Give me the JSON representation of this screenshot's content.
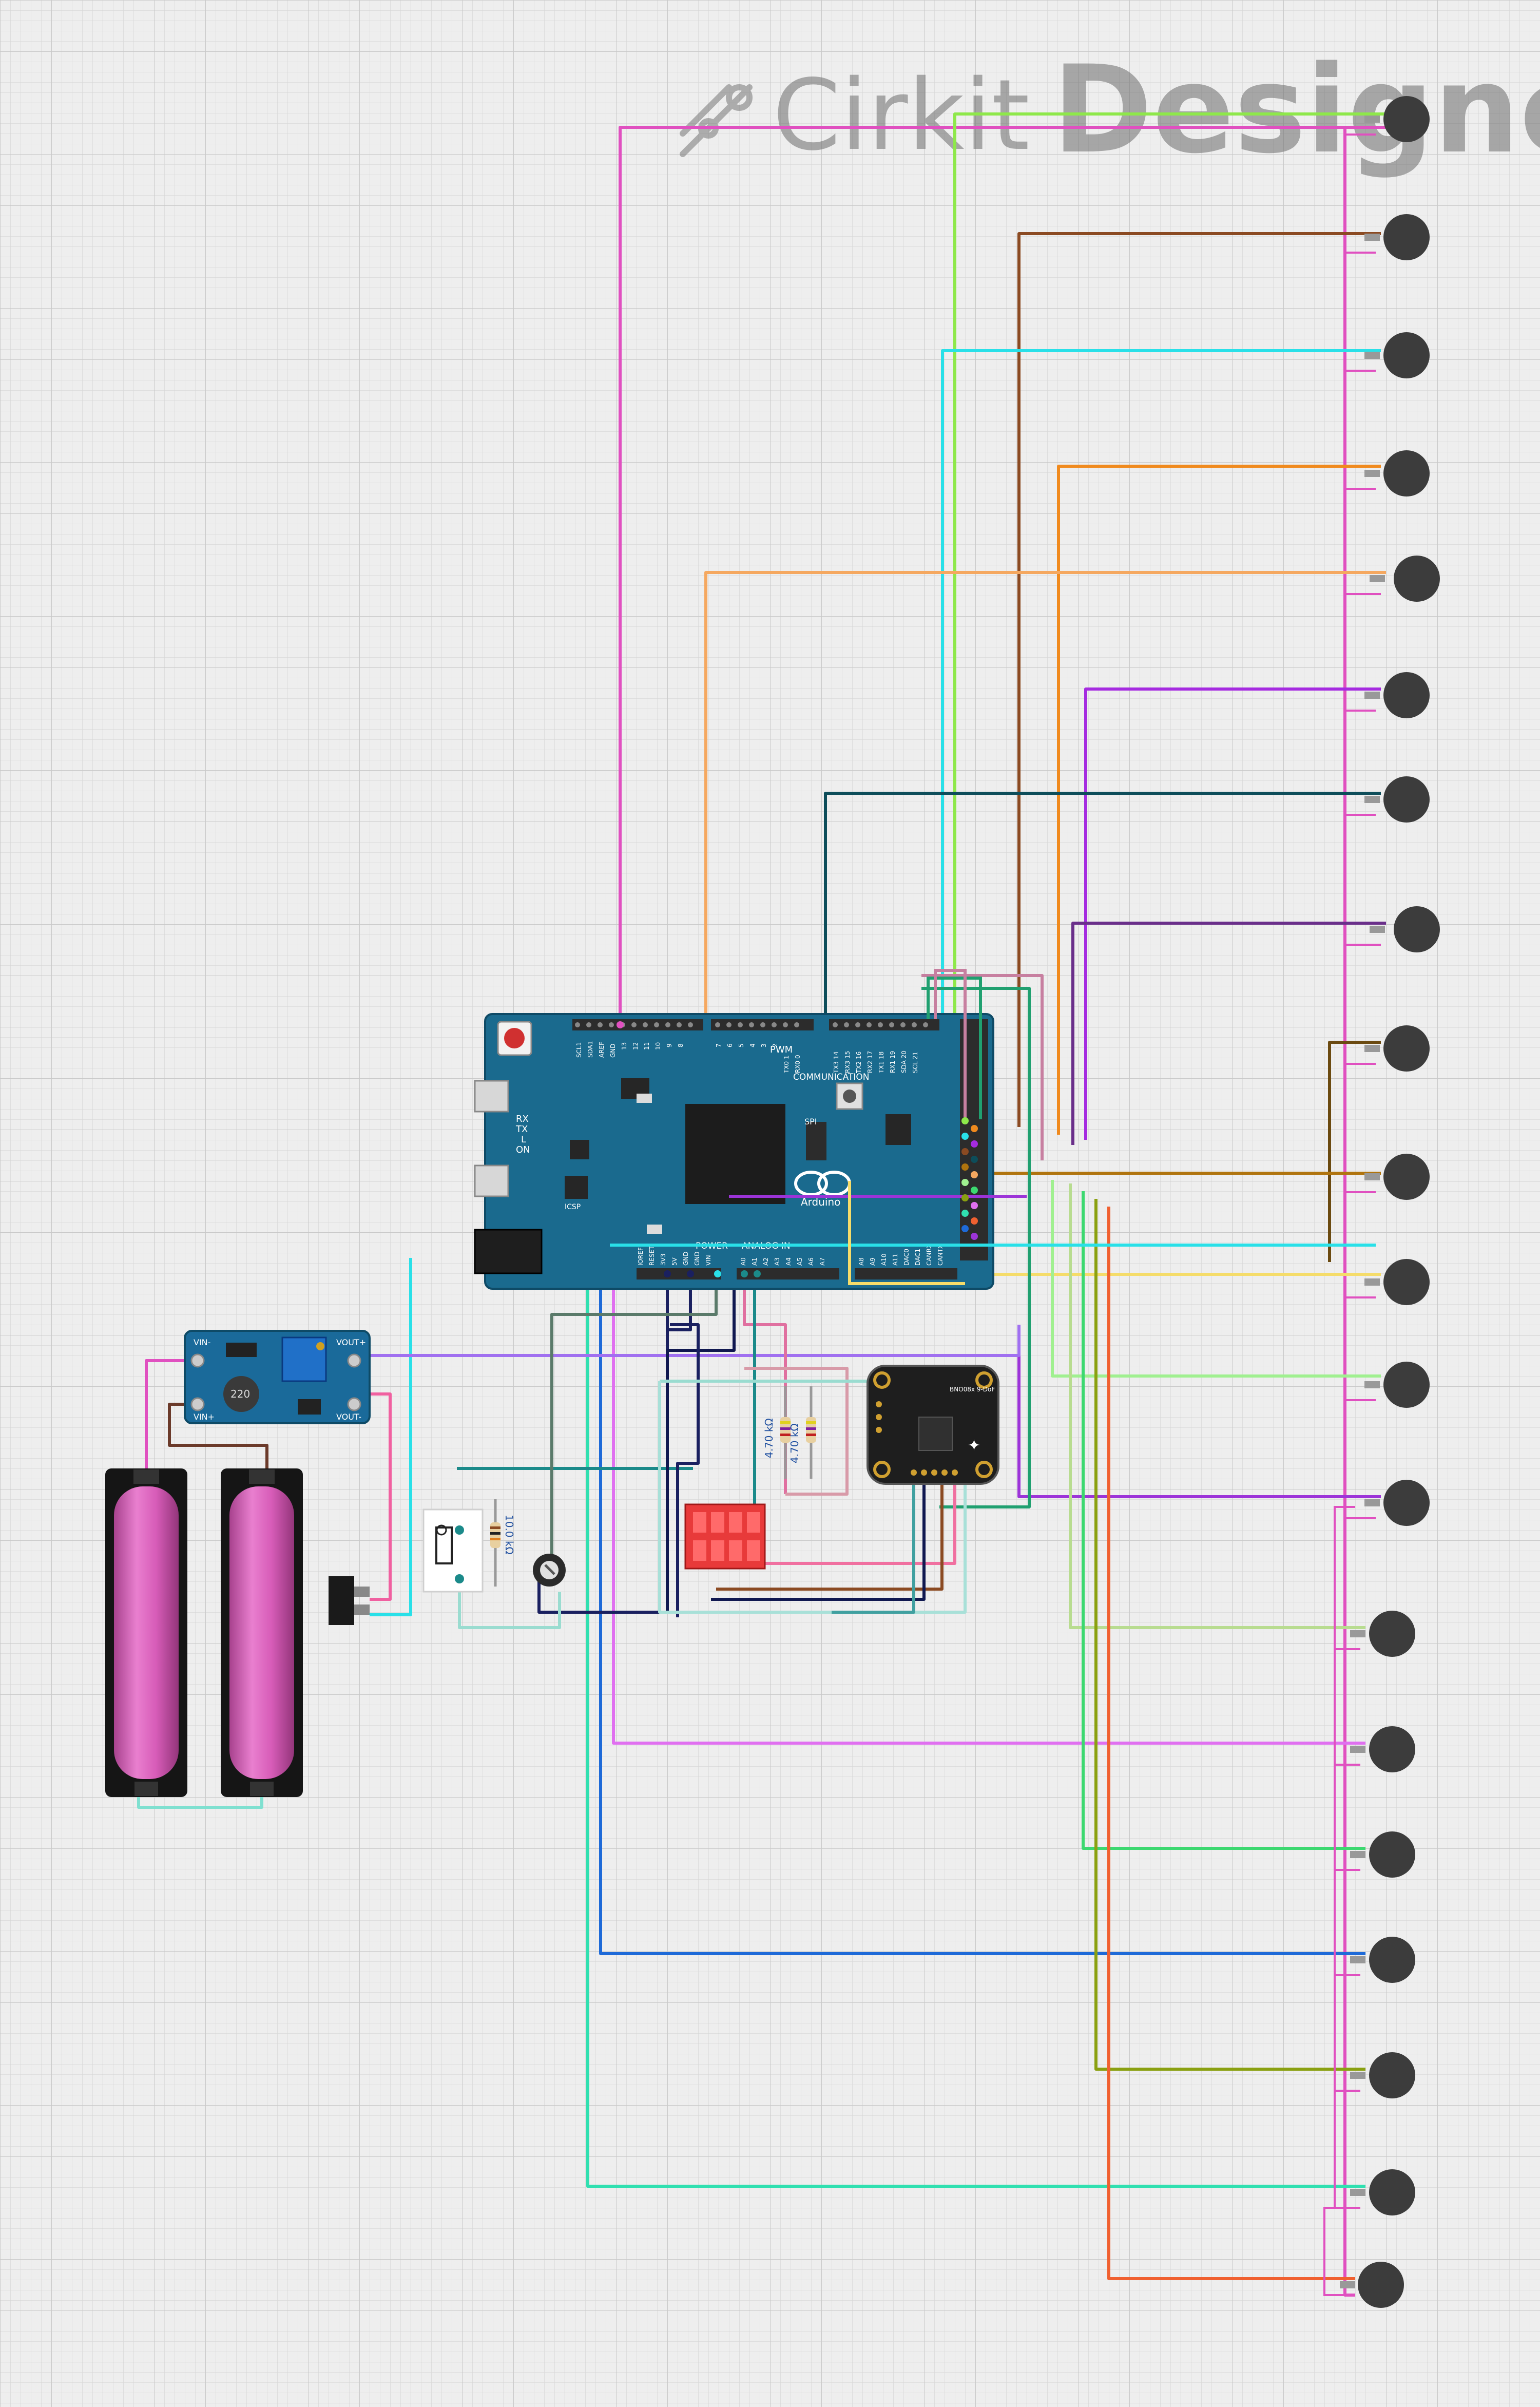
{
  "brand": {
    "name": "Cirkit",
    "product": "Designer"
  },
  "components": {
    "arduino": {
      "logo": "Arduino",
      "labels": [
        "SCL1",
        "SDA1",
        "AREF",
        "GND",
        "13",
        "12",
        "11",
        "10",
        "9",
        "8",
        "7",
        "6",
        "5",
        "4",
        "3",
        "2",
        "TX0 1",
        "RX0 0",
        "TX3 14",
        "RX3 15",
        "TX2 16",
        "RX2 17",
        "TX1 18",
        "RX1 19",
        "SDA 20",
        "SCL 21"
      ],
      "status_leds": [
        "RX",
        "TX",
        "L",
        "ON"
      ],
      "sections": {
        "pwm": "PWM",
        "communication": "COMMUNICATION",
        "power": "POWER",
        "analog": "ANALOG IN",
        "spi": "SPI",
        "icsp": "ICSP"
      },
      "power_pins": [
        "IOREF",
        "RESET",
        "3V3",
        "5V",
        "GND",
        "GND",
        "VIN"
      ],
      "analog_pins": [
        "A0",
        "A1",
        "A2",
        "A3",
        "A4",
        "A5",
        "A6",
        "A7",
        "A8",
        "A9",
        "A10",
        "A11",
        "DAC0",
        "DAC1",
        "CANRX",
        "CANTX"
      ]
    },
    "boost": {
      "labels": [
        "VIN-",
        "VIN+",
        "VOUT+",
        "VOUT-"
      ],
      "inductor": "220"
    },
    "resistors": [
      "4.70 kΩ",
      "4.70 kΩ",
      "10.0 kΩ"
    ],
    "imu": {
      "title": "BNO08x 9-DoF"
    }
  }
}
